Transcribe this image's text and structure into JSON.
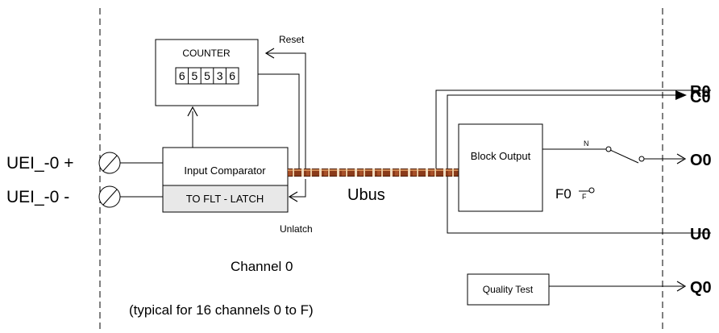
{
  "counter": {
    "title": "COUNTER",
    "digits": [
      "6",
      "5",
      "5",
      "3",
      "6"
    ]
  },
  "signals": {
    "reset": "Reset",
    "unlatch": "Unlatch"
  },
  "inputs": {
    "plus": "UEI_-0 +",
    "minus": "UEI_-0 -"
  },
  "comparator": {
    "label": "Input Comparator",
    "latch_label": "TO FLT - LATCH"
  },
  "bus": {
    "label": "Ubus"
  },
  "block_output": {
    "label": "Block Output"
  },
  "switch": {
    "n_label": "N",
    "f_label": "F",
    "f0_label": "F0"
  },
  "outputs": {
    "r0": "R0",
    "c0": "C0",
    "o0": "O0",
    "u0": "U0",
    "q0": "Q0"
  },
  "quality_test": {
    "label": "Quality Test"
  },
  "channel": {
    "title": "Channel 0",
    "note": "(typical for 16 channels 0 to F)"
  }
}
